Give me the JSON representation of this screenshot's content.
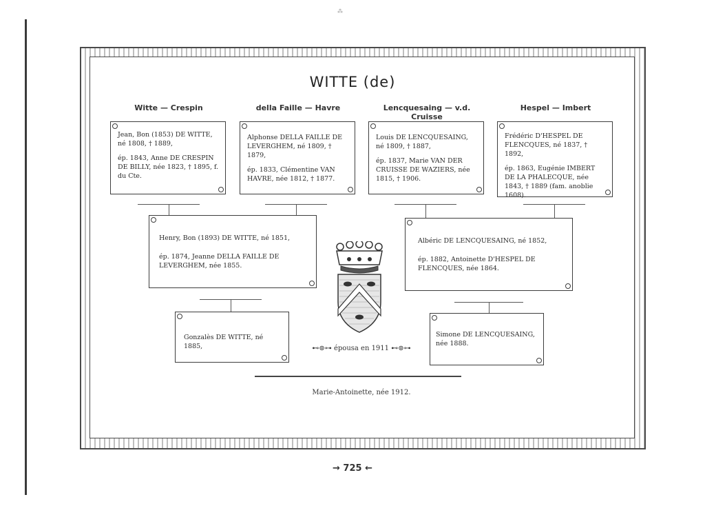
{
  "title": "WITTE (de)",
  "columns": [
    "Witte — Crespin",
    "della Faille — Havre",
    "Lencquesaing — v.d. Cruisse",
    "Hespel — Imbert"
  ],
  "row1": [
    {
      "line1": "Jean, Bon (1853) DE WITTE, né 1808, † 1889,",
      "line2": "ép. 1843, Anne DE CRESPIN DE BILLY, née 1823, † 1895, f. du Cte."
    },
    {
      "line1": "Alphonse DELLA FAILLE DE LEVERGHEM, né 1809, † 1879,",
      "line2": "ép. 1833, Clémentine VAN HAVRE, née 1812, † 1877."
    },
    {
      "line1": "Louis DE LENCQUESAING, né 1809, † 1887,",
      "line2": "ép. 1837, Marie VAN DER CRUISSE DE WAZIERS, née 1815, † 1906."
    },
    {
      "line1": "Frédéric D'HESPEL DE FLENCQUES, né 1837, † 1892,",
      "line2": "ép. 1863, Eugénie IMBERT DE LA PHALECQUE, née 1843, † 1889 (fam. anoblie 1608)."
    }
  ],
  "row2": [
    {
      "line1": "Henry, Bon (1893) DE WITTE, né 1851,",
      "line2": "ép. 1874, Jeanne DELLA FAILLE DE LEVERGHEM, née 1855."
    },
    {
      "line1": "Albéric DE LENCQUESAING, né 1852,",
      "line2": "ép. 1882, Antoinette D'HESPEL DE FLENCQUES, née 1864."
    }
  ],
  "row3": [
    {
      "line1": "Gonzalès DE WITTE, né 1885,"
    },
    {
      "line1": "Simone DE LENCQUESAING, née 1888."
    }
  ],
  "marriage": "⊷⊚⊶ épousa en 1911 ⊷⊚⊶",
  "child": "Marie-Antoinette, née 1912.",
  "page_number": "→ 725 ←"
}
